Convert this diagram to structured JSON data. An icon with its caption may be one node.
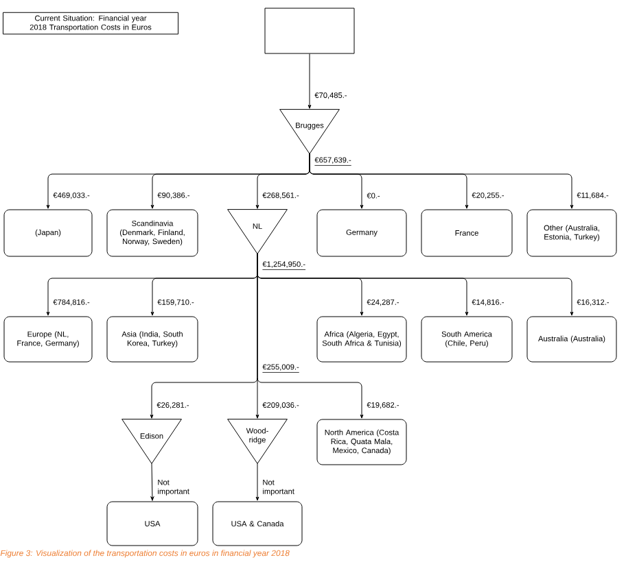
{
  "diagram": {
    "title": "Current Situation: Financial year 2018 Transportation Costs in Euros",
    "caption": "Figure 3: Visualization of the transportation costs in euros in financial year 2018",
    "nodes": [
      {
        "text": [],
        "shape": "box"
      },
      {
        "text": [
          "Brugges"
        ]
      },
      {
        "text": [
          "(Japan)"
        ]
      },
      {
        "text": [
          "Scandinavia (Denmark, Finland, Norway, Sweden)"
        ]
      },
      {
        "text": [
          "NL"
        ]
      },
      {
        "text": [
          "Germany"
        ]
      },
      {
        "text": [
          "France"
        ]
      },
      {
        "text": [
          "Other (Australia, Estonia, Turkey)"
        ]
      },
      {
        "text": [
          "Europe (NL, France, Germany)"
        ]
      },
      {
        "text": [
          "Asia (India, South Korea, Turkey)"
        ]
      },
      {
        "text": [
          "Africa (Algeria, Egypt, South Africa & Tunisia)"
        ]
      },
      {
        "text": [
          "South America (Chile, Peru)"
        ]
      },
      {
        "text": [
          "Australia (Australia)"
        ]
      },
      {
        "text": [
          "Edison"
        ]
      },
      {
        "text": [
          "Wood-ridge"
        ]
      },
      {
        "text": [
          "North America (Costa Rica, Quata Mala, Mexico, Canada)"
        ]
      },
      {
        "text": [
          "USA"
        ]
      },
      {
        "text": [
          "USA & Canada"
        ]
      }
    ],
    "edges": [
      {
        "from": 0,
        "to": 1,
        "arrow": "to",
        "label": "€70,485.-"
      },
      {
        "from": 1,
        "to": 2,
        "arrow": "to",
        "label": "€469,033.-"
      },
      {
        "from": 1,
        "to": 3,
        "arrow": "to",
        "label": "€90,386.-"
      },
      {
        "from": 1,
        "to": 4,
        "arrow": "to",
        "label": "€268,561.-"
      },
      {
        "from": 1,
        "to": 5,
        "arrow": "to",
        "label": "€0.-"
      },
      {
        "from": 1,
        "to": 6,
        "arrow": "to",
        "label": "€20,255.-"
      },
      {
        "from": 1,
        "to": 7,
        "arrow": "to",
        "label": "€11,684.-"
      },
      {
        "from": 4,
        "to": 8,
        "arrow": "to",
        "label": "€784,816.-"
      },
      {
        "from": 4,
        "to": 9,
        "arrow": "to",
        "label": "€159,710.-"
      },
      {
        "from": 4,
        "to": 10,
        "arrow": "to",
        "label": "€24,287.-"
      },
      {
        "from": 4,
        "to": 11,
        "arrow": "to",
        "label": "€14,816.-"
      },
      {
        "from": 4,
        "to": 12,
        "arrow": "to",
        "label": "€16,312.-"
      },
      {
        "from": 4,
        "to": 13,
        "arrow": "to",
        "label": "€26,281.-"
      },
      {
        "from": 4,
        "to": 14,
        "arrow": "to",
        "label": "€209,036.-"
      },
      {
        "from": 4,
        "to": 15,
        "arrow": "to",
        "label": "€19,682.-"
      },
      {
        "from": 13,
        "to": 16,
        "arrow": "to",
        "label": "Not important"
      },
      {
        "from": 14,
        "to": 17,
        "arrow": "to",
        "label": "Not important"
      }
    ],
    "labels": [
      "€657,639.-",
      "€1,254,950.-",
      "€255,009.-"
    ]
  }
}
